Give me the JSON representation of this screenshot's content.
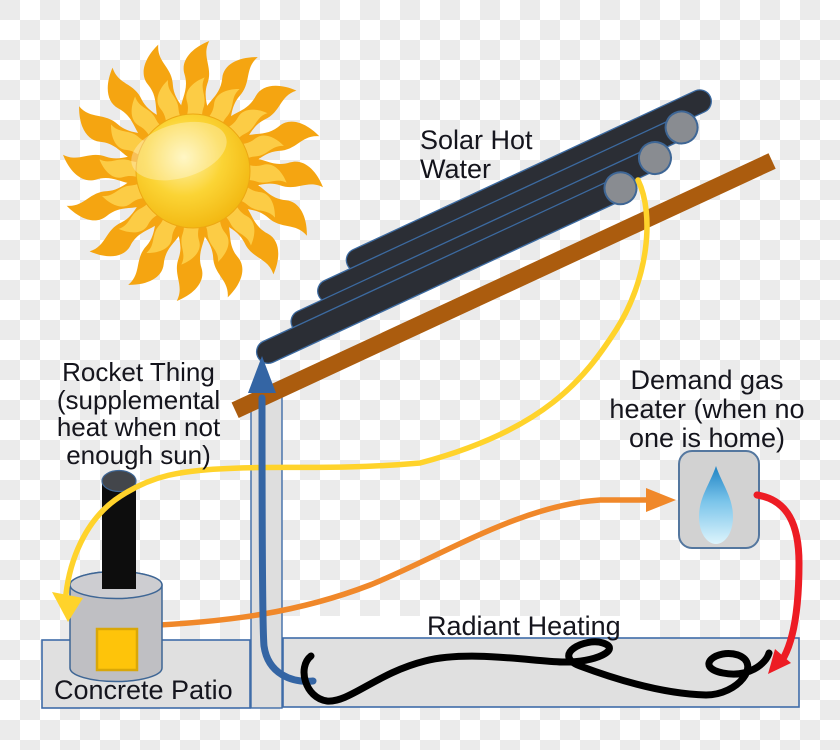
{
  "labels": {
    "solar_hot_water": {
      "line1": "Solar Hot",
      "line2": "Water"
    },
    "rocket_thing": {
      "line1": "Rocket Thing",
      "line2": "(supplemental",
      "line3": "heat when not",
      "line4": "enough sun)"
    },
    "demand_gas_heater": {
      "line1": "Demand gas",
      "line2": "heater (when no",
      "line3": "one is home)"
    },
    "radiant_heating": "Radiant Heating",
    "concrete_patio": "Concrete Patio"
  },
  "icons": {
    "sun-icon": "glossy sun with 16 flame rays",
    "water-droplet-icon": "blue teardrop inside gas heater box",
    "solar-collector-icon": "stack of 4 black evacuated tubes with 3 gray end caps on a brown plank",
    "rocket-stove-icon": "gray cylinder with black chimney and gold fire door",
    "radiant-pipe-icon": "black hand-drawn squiggle inside concrete slab"
  },
  "colors": {
    "checker": "#ebebeb",
    "text": "#15151d",
    "yellow": "#ffd32b",
    "orange": "#f0882a",
    "blue": "#3465a4",
    "red": "#ed1c24",
    "plank": "#ab5c0e",
    "tube": "#2b2e35",
    "tube-edge": "#3c6aa0",
    "cap": "#898c91",
    "cap-edge": "#3e6695",
    "slab": "#e0e0e0",
    "slab-edge": "#3f6ca8",
    "post": "#dedede",
    "stove": "#bfbfc3",
    "stove-top": "#cdcdd1",
    "chimney": "#0d0d0d",
    "chimney-top": "#43464b",
    "door": "#fec40a",
    "door-edge": "#d9a708",
    "heater": "#d2d2d2",
    "heater-edge": "#54779f",
    "squiggle": "#000000",
    "ray": "#f5a511",
    "ray-core": "#fcce49",
    "sun-edge": "#eda712"
  }
}
